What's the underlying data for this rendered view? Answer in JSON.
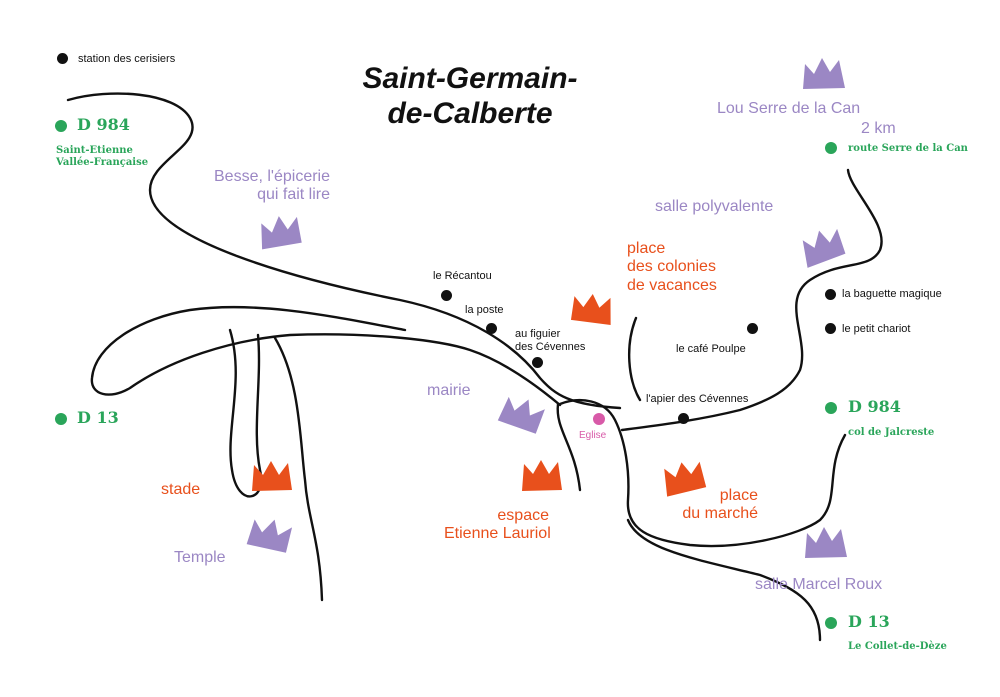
{
  "title_lines": [
    "Saint-Germain-",
    "de-Calberte"
  ],
  "colors": {
    "road": "#111111",
    "exit_green": "#2aa55a",
    "venue_orange": "#e8501c",
    "venue_purple": "#9b87c4",
    "church_pink": "#d85aa8"
  },
  "icons": {
    "orange": "crown-orange-icon",
    "purple": "crown-purple-icon"
  },
  "points_of_interest": [
    "station des cerisiers",
    "le Récantou",
    "la poste",
    "au figuier\ndes Cévennes",
    "le café Poulpe",
    "l'apier des Cévennes",
    "la baguette magique",
    "le petit chariot"
  ],
  "church": "Eglise",
  "venues_orange": [
    "place\ndes colonies\nde vacances",
    "stade",
    "espace\nEtienne Lauriol",
    "place\ndu marché"
  ],
  "venues_purple": [
    "Besse, l'épicerie\nqui fait lire",
    "Lou Serre de la Can",
    "salle polyvalente",
    "mairie",
    "Temple",
    "salle Marcel Roux"
  ],
  "road_exits": [
    {
      "road": "D 984",
      "destination": "Saint-Etienne\nVallée-Française"
    },
    {
      "road": "D 13",
      "destination": ""
    },
    {
      "road": "2 km",
      "destination": "route Serre de la Can"
    },
    {
      "road": "D 984",
      "destination": "col de Jalcreste"
    },
    {
      "road": "D 13",
      "destination": "Le Collet-de-Dèze"
    }
  ]
}
